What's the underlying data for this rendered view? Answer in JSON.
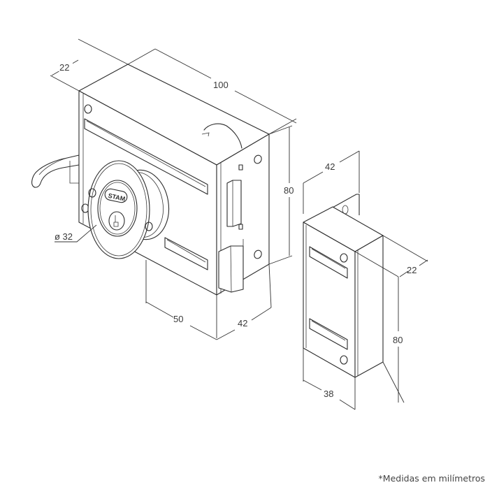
{
  "diagram": {
    "subject": "Rim lock with keyed cylinder and strike plate",
    "lock_body": {
      "dimensions": {
        "depth_top": "22",
        "width_top": "100",
        "height_side": "80",
        "cylinder_diameter": "ø 32",
        "bottom_front": "50",
        "bottom_side": "42"
      },
      "cylinder_brand": "STAM"
    },
    "strike_box": {
      "dimensions": {
        "top_width": "42",
        "side_depth": "22",
        "height": "80",
        "bottom_width": "38"
      }
    },
    "footnote": "*Medidas em milímetros"
  },
  "colors": {
    "line": "#2b2b2b",
    "dimension_text": "#3a3a3a",
    "background": "#ffffff"
  }
}
